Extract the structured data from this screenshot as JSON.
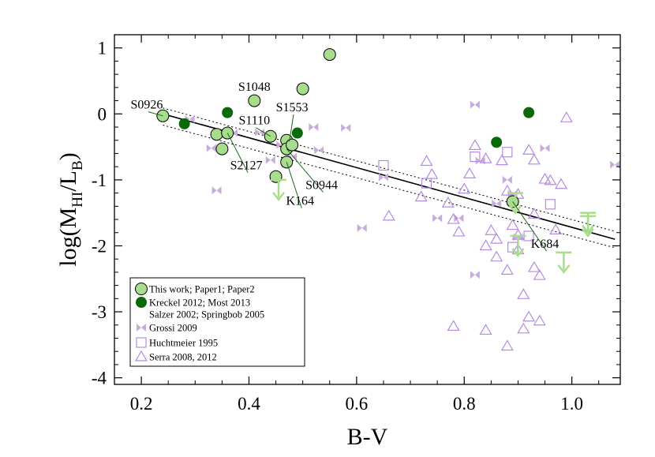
{
  "chart_data": {
    "type": "scatter",
    "xlabel": "B-V",
    "ylabel": "log(M_HI/L_B)",
    "ylabel_main": "log(M",
    "ylabel_sub": "HI",
    "ylabel_mid": "/L",
    "ylabel_sub2": "B",
    "ylabel_end": ")",
    "xlim": [
      0.15,
      1.09
    ],
    "ylim": [
      -4.1,
      1.2
    ],
    "x_ticks": [
      0.2,
      0.4,
      0.6,
      0.8,
      1.0
    ],
    "x_tick_labels": [
      "0.2",
      "0.4",
      "0.6",
      "0.8",
      "1.0"
    ],
    "y_ticks": [
      1,
      0,
      -1,
      -2,
      -3,
      -4
    ],
    "y_tick_labels": [
      "1",
      "0",
      "-1",
      "-2",
      "-3",
      "-4"
    ],
    "grid": false,
    "legend_position": "bottom-left",
    "fit_line": {
      "x": [
        0.24,
        1.08
      ],
      "y": [
        0.0,
        -1.9
      ]
    },
    "fit_upper": {
      "x": [
        0.24,
        1.08
      ],
      "y": [
        0.09,
        -1.78
      ]
    },
    "fit_lower": {
      "x": [
        0.24,
        1.08
      ],
      "y": [
        -0.17,
        -2.03
      ]
    },
    "series": [
      {
        "name": "This work; Paper1; Paper2",
        "marker": "circle-outlined",
        "color": "#a8dd8e",
        "x": [
          0.24,
          0.34,
          0.35,
          0.36,
          0.41,
          0.44,
          0.45,
          0.47,
          0.47,
          0.47,
          0.48,
          0.5,
          0.55,
          0.89
        ],
        "y": [
          -0.03,
          -0.31,
          -0.53,
          -0.29,
          0.2,
          -0.34,
          -0.95,
          -0.4,
          -0.53,
          -0.73,
          -0.47,
          0.38,
          0.9,
          -1.33
        ]
      },
      {
        "name": "Kreckel 2012; Most 2013",
        "name_line2": "Salzer 2002; Springbob 2005",
        "marker": "circle-filled",
        "color": "#0a6a0a",
        "x": [
          0.28,
          0.36,
          0.49,
          0.86,
          0.92
        ],
        "y": [
          -0.15,
          0.02,
          -0.29,
          -0.43,
          0.02
        ]
      },
      {
        "name": "Grossi 2009",
        "marker": "bowtie",
        "color": "#c9acd9",
        "x": [
          0.29,
          0.33,
          0.34,
          0.37,
          0.42,
          0.44,
          0.46,
          0.47,
          0.48,
          0.52,
          0.53,
          0.58,
          0.61,
          0.65,
          0.75,
          0.79,
          0.82,
          0.82,
          0.83,
          0.89,
          0.9,
          0.95,
          1.08,
          0.88,
          0.86
        ],
        "y": [
          -0.08,
          -0.52,
          -1.16,
          -0.29,
          -0.28,
          -0.7,
          -0.47,
          -0.76,
          -0.65,
          -0.2,
          -0.55,
          -0.21,
          -1.73,
          -0.96,
          -1.58,
          -1.58,
          -2.44,
          0.14,
          -0.71,
          -1.21,
          -1.87,
          -0.52,
          -0.77,
          -1.0,
          -1.36
        ]
      },
      {
        "name": "Huchtmeier 1995",
        "marker": "square-open",
        "color": "#b58be0",
        "x": [
          0.65,
          0.73,
          0.82,
          0.88,
          0.89,
          0.92,
          0.96
        ],
        "y": [
          -0.78,
          -1.05,
          -0.65,
          -0.58,
          -2.02,
          -1.85,
          -1.37
        ]
      },
      {
        "name": "Serra 2008, 2012",
        "marker": "triangle-open",
        "color": "#b58be0",
        "x": [
          0.66,
          0.72,
          0.73,
          0.74,
          0.77,
          0.78,
          0.78,
          0.79,
          0.8,
          0.81,
          0.82,
          0.84,
          0.84,
          0.84,
          0.85,
          0.86,
          0.86,
          0.87,
          0.88,
          0.88,
          0.88,
          0.89,
          0.89,
          0.9,
          0.9,
          0.9,
          0.91,
          0.91,
          0.92,
          0.92,
          0.93,
          0.93,
          0.93,
          0.94,
          0.94,
          0.95,
          0.96,
          0.97,
          0.98,
          0.99
        ],
        "y": [
          -1.55,
          -1.26,
          -0.72,
          -0.92,
          -1.35,
          -3.22,
          -1.6,
          -1.79,
          -1.14,
          -0.91,
          -0.48,
          -0.68,
          -2.0,
          -3.28,
          -1.77,
          -1.9,
          -2.17,
          -0.71,
          -1.17,
          -2.37,
          -3.52,
          -1.31,
          -1.69,
          -1.22,
          -1.84,
          -2.06,
          -2.74,
          -3.26,
          -0.55,
          -3.08,
          -0.7,
          -1.52,
          -2.33,
          -2.45,
          -3.14,
          -0.99,
          -1.01,
          -1.76,
          -1.07,
          -0.06
        ]
      }
    ],
    "upper_limits": {
      "name": "upper-limit",
      "color": "#a8dd8e",
      "x": [
        0.455,
        0.895,
        0.9,
        1.03,
        1.03,
        0.985
      ],
      "y": [
        -1.0,
        -1.2,
        -1.85,
        -1.5,
        -1.55,
        -2.1
      ]
    },
    "annotations": [
      {
        "text": "S0926",
        "x": 0.21,
        "y": 0.08,
        "tx": 0.24,
        "ty": -0.03
      },
      {
        "text": "S1048",
        "x": 0.41,
        "y": 0.35,
        "tx": null,
        "ty": null
      },
      {
        "text": "S1553",
        "x": 0.48,
        "y": 0.04,
        "tx": 0.475,
        "ty": -0.42
      },
      {
        "text": "S1110",
        "x": 0.41,
        "y": -0.16,
        "tx": 0.44,
        "ty": -0.34
      },
      {
        "text": "S2127",
        "x": 0.395,
        "y": -0.84,
        "tx": 0.36,
        "ty": -0.29
      },
      {
        "text": "S0944",
        "x": 0.535,
        "y": -1.14,
        "tx": 0.47,
        "ty": -0.53
      },
      {
        "text": "K164",
        "x": 0.495,
        "y": -1.38,
        "tx": 0.47,
        "ty": -0.73
      },
      {
        "text": "K684",
        "x": 0.95,
        "y": -2.03,
        "tx": 0.89,
        "ty": -1.33
      }
    ]
  }
}
